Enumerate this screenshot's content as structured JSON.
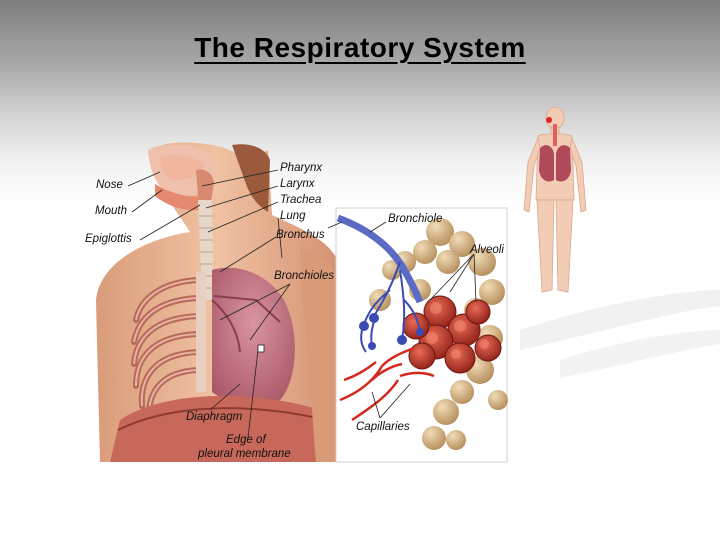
{
  "slide": {
    "title": "The Respiratory System"
  },
  "labels": {
    "nose": "Nose",
    "mouth": "Mouth",
    "epiglottis": "Epiglottis",
    "pharynx": "Pharynx",
    "larynx": "Larynx",
    "trachea": "Trachea",
    "lung": "Lung",
    "bronchus": "Bronchus",
    "bronchiole": "Bronchiole",
    "alveoli": "Alveoli",
    "bronchioles": "Bronchioles",
    "diaphragm": "Diaphragm",
    "capillaries": "Capillaries",
    "pleural_line1": "Edge of",
    "pleural_line2": "pleural membrane"
  },
  "colors": {
    "skin": "#e9b08e",
    "lung": "#c87a86",
    "alveoli": "#c03a2e",
    "bronchiole_tan": "#d7b586",
    "vessel_blue": "#3a4bb5",
    "vessel_red": "#d42a1e"
  }
}
